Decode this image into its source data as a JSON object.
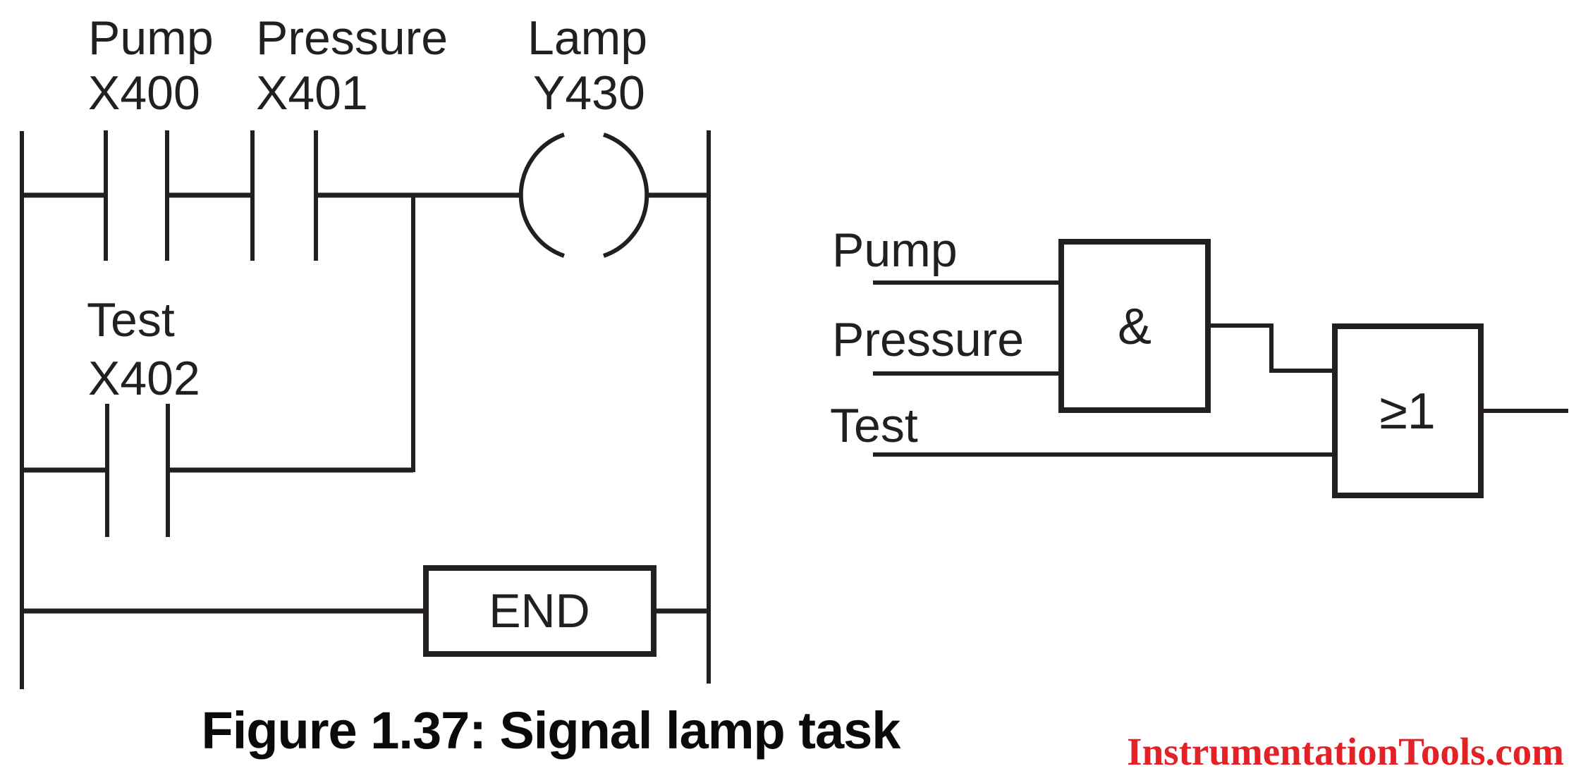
{
  "ladder": {
    "contact1": {
      "name": "Pump",
      "address": "X400"
    },
    "contact2": {
      "name": "Pressure",
      "address": "X401"
    },
    "contact3": {
      "name": "Test",
      "address": "X402"
    },
    "coil": {
      "name": "Lamp",
      "address": "Y430"
    },
    "end_label": "END"
  },
  "logic": {
    "input1": "Pump",
    "input2": "Pressure",
    "input3": "Test",
    "and_symbol": "&",
    "or_symbol": "≥1"
  },
  "figure": {
    "caption": "Figure 1.37:  Signal lamp task",
    "watermark": "InstrumentationTools.com"
  },
  "colors": {
    "ink": "#231f20",
    "watermark_red": "#e32227"
  }
}
